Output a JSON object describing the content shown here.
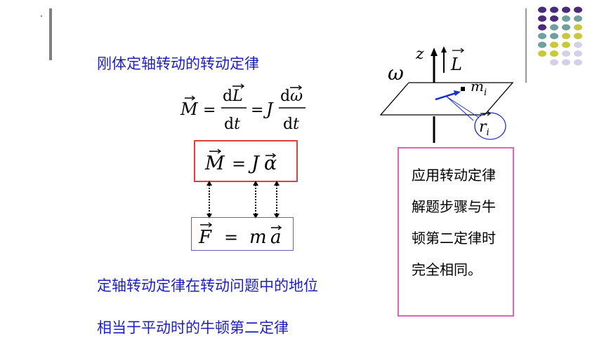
{
  "heading_law": "刚体定轴转动的转动定律",
  "formula_main": {
    "M": "M",
    "eq": "=",
    "dL_num": "dL",
    "dt": "dt",
    "J": "J",
    "domega_num": "dω"
  },
  "formula_box1": "M = Jα",
  "formula_box2": "F = m a",
  "heading_position": "定轴转动定律在转动问题中的地位",
  "heading_equivalent": "相当于平动时的牛顿第二定律",
  "note_text": "应用转动定律解题步骤与牛顿第二定律时完全相同。",
  "diagram": {
    "z_label": "z",
    "L_label": "L",
    "omega_label": "ω",
    "m_label": "m",
    "m_sub": "i",
    "r_label": "r",
    "r_sub": "i"
  },
  "colors": {
    "heading": "#1f1fbf",
    "box1_border": "#e0403a",
    "box2_border": "#6a5acd",
    "note_border": "#e55fbf",
    "dot_purple": "#4b2a7b",
    "dot_teal": "#6f9f9f",
    "dot_yellow": "#c8c83c",
    "dot_lavender": "#d4d0e8"
  }
}
